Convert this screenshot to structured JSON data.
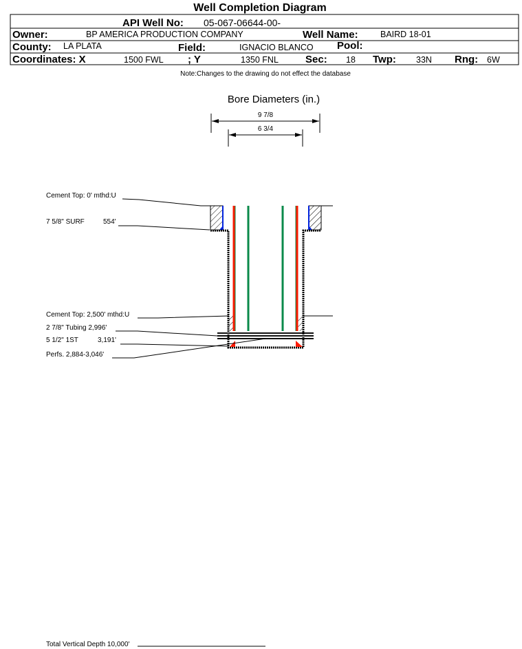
{
  "title": "Well Completion Diagram",
  "header": {
    "api_label": "API Well No:",
    "api_value": "05-067-06644-00-",
    "owner_label": "Owner:",
    "owner_value": "BP AMERICA PRODUCTION COMPANY",
    "well_name_label": "Well Name:",
    "well_name_value": "BAIRD 18-01",
    "county_label": "County:",
    "county_value": "LA PLATA",
    "field_label": "Field:",
    "field_value": "IGNACIO BLANCO",
    "pool_label": "Pool:",
    "coord_x_label": "Coordinates: X",
    "coord_x_value": "1500 FWL",
    "coord_y_label": "; Y",
    "coord_y_value": "1350 FNL",
    "sec_label": "Sec:",
    "sec_value": "18",
    "twp_label": "Twp:",
    "twp_value": "33N",
    "rng_label": "Rng:",
    "rng_value": "6W"
  },
  "note": "Note:Changes to the drawing do not effect the database",
  "bore": {
    "title": "Bore Diameters (in.)",
    "outer": "9 7/8",
    "inner": "6 3/4"
  },
  "labels": {
    "cement_top_1": "Cement Top: 0' mthd:U",
    "surf_casing": "7 5/8\" SURF",
    "surf_depth": "554'",
    "cement_top_2": "Cement Top: 2,500' mthd:U",
    "tubing": "2 7/8\" Tubing 2,996'",
    "prod_casing": "5 1/2\" 1ST",
    "prod_depth": "3,191'",
    "perfs": "Perfs. 2,884-3,046'",
    "tvd": "Total Vertical Depth 10,000'"
  },
  "colors": {
    "tubing": "#0a8a4a",
    "casing": "#ff1a00",
    "cement_edge": "#0022dd"
  }
}
